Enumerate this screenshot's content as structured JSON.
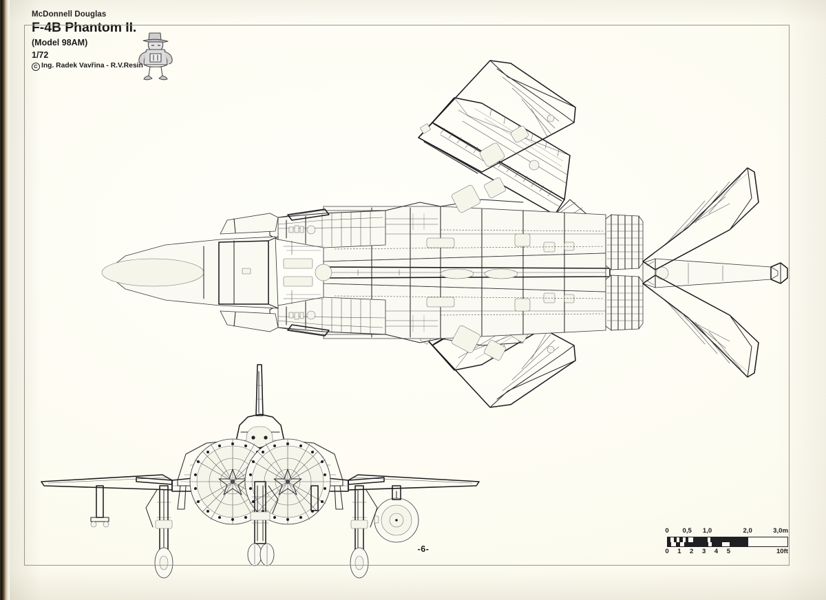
{
  "sheet": {
    "page_number": "-6-",
    "paper_color": "#fdfcf2",
    "ink_color": "#26262a",
    "border_color": "#9a978c"
  },
  "title_block": {
    "manufacturer": "McDonnell Douglas",
    "model": "F-4B Phantom II.",
    "sub_model": "(Model 98AM)",
    "scale": "1/72",
    "copyright_symbol": "C",
    "credit": "Ing. Radek Vavřina - R.V.Resin",
    "mascot_name": "phantom-spook-mascot"
  },
  "drawing": {
    "views": [
      {
        "name": "bottom-plan-view",
        "aircraft": "F-4B Phantom II"
      },
      {
        "name": "front-elevation-view",
        "aircraft": "F-4B Phantom II"
      }
    ]
  },
  "scale_bar": {
    "metric_unit": "m",
    "imperial_unit": "ft",
    "metric_ticks": [
      {
        "label": "0",
        "pos": 0
      },
      {
        "label": "0,5",
        "pos": 16.6
      },
      {
        "label": "1,0",
        "pos": 33.3
      },
      {
        "label": "2,0",
        "pos": 66.6
      },
      {
        "label": "3,0m",
        "pos": 100
      }
    ],
    "imperial_ticks": [
      {
        "label": "0",
        "pos": 0
      },
      {
        "label": "1",
        "pos": 10.2
      },
      {
        "label": "2",
        "pos": 20.3
      },
      {
        "label": "3",
        "pos": 30.5
      },
      {
        "label": "4",
        "pos": 40.6
      },
      {
        "label": "5",
        "pos": 50.8
      },
      {
        "label": "10ft",
        "pos": 100
      }
    ],
    "upper_segments": [
      {
        "start": 0,
        "width": 2.4
      },
      {
        "start": 5.0,
        "width": 2.4
      },
      {
        "start": 10.0,
        "width": 2.4
      },
      {
        "start": 15.0,
        "width": 2.4
      },
      {
        "start": 21.0,
        "width": 12.3
      },
      {
        "start": 35.5,
        "width": 31.5
      }
    ],
    "lower_segments": [
      {
        "start": 0,
        "width": 3.0
      },
      {
        "start": 6.8,
        "width": 3.4
      },
      {
        "start": 13.6,
        "width": 20.4
      },
      {
        "start": 37.0,
        "width": 8.5
      },
      {
        "start": 52.0,
        "width": 15.0
      },
      {
        "start": 70.5,
        "width": 0
      }
    ]
  }
}
